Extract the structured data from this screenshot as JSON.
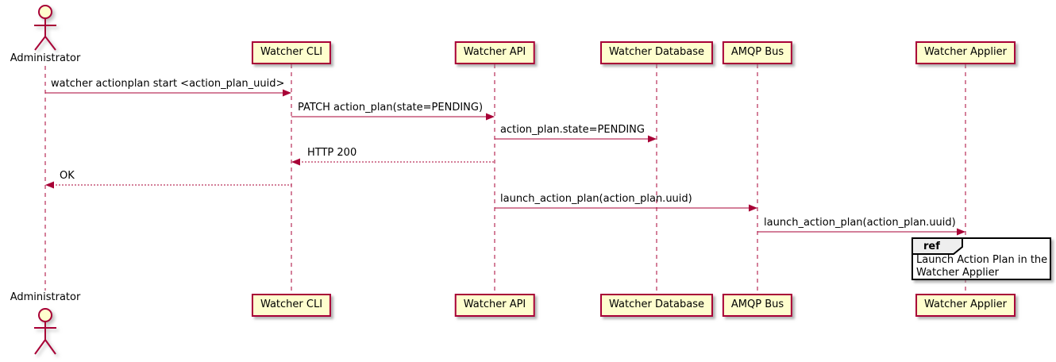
{
  "diagram": {
    "type": "sequence",
    "actor": {
      "name": "Administrator"
    },
    "participants": [
      {
        "label": "Watcher CLI"
      },
      {
        "label": "Watcher API"
      },
      {
        "label": "Watcher Database"
      },
      {
        "label": "AMQP Bus"
      },
      {
        "label": "Watcher Applier"
      }
    ],
    "messages": [
      {
        "from": "Administrator",
        "to": "Watcher CLI",
        "label": "watcher actionplan start <action_plan_uuid>",
        "line": "solid"
      },
      {
        "from": "Watcher CLI",
        "to": "Watcher API",
        "label": "PATCH action_plan(state=PENDING)",
        "line": "solid"
      },
      {
        "from": "Watcher API",
        "to": "Watcher Database",
        "label": "action_plan.state=PENDING",
        "line": "solid"
      },
      {
        "from": "Watcher API",
        "to": "Watcher CLI",
        "label": "HTTP 200",
        "line": "dashed"
      },
      {
        "from": "Watcher CLI",
        "to": "Administrator",
        "label": "OK",
        "line": "dashed"
      },
      {
        "from": "Watcher API",
        "to": "AMQP Bus",
        "label": "launch_action_plan(action_plan.uuid)",
        "line": "solid"
      },
      {
        "from": "AMQP Bus",
        "to": "Watcher Applier",
        "label": "launch_action_plan(action_plan.uuid)",
        "line": "solid"
      }
    ],
    "ref": {
      "keyword": "ref",
      "over": "Watcher Applier",
      "lines": [
        "Launch Action Plan in the",
        "Watcher Applier"
      ]
    },
    "colors": {
      "stroke": "#A80036",
      "participant_fill": "#FEFECE",
      "text": "#000000",
      "ref_header_fill": "#EEEEEE",
      "ref_border": "#000000",
      "background": "#FFFFFF"
    }
  }
}
